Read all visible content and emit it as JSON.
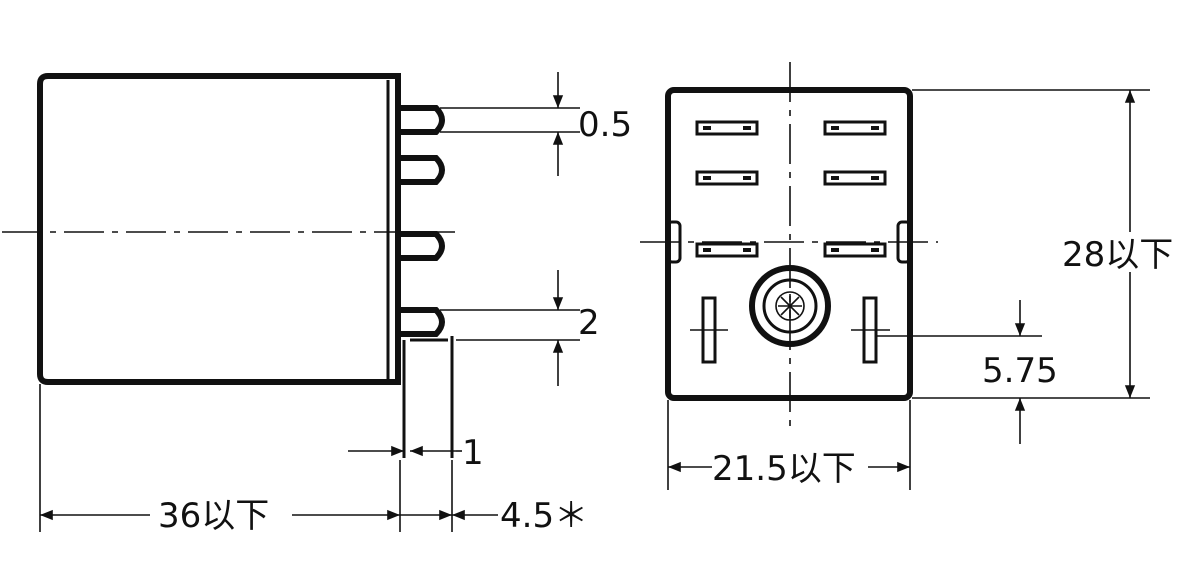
{
  "side_view": {
    "dim_length": "36以下",
    "dim_pin_extension": "4.5＊",
    "dim_pin_thickness": "1",
    "dim_pin_width": "0.5",
    "dim_pin_pitch": "2"
  },
  "bottom_view": {
    "dim_width": "21.5以下",
    "dim_height": "28以下",
    "dim_offset": "5.75"
  }
}
